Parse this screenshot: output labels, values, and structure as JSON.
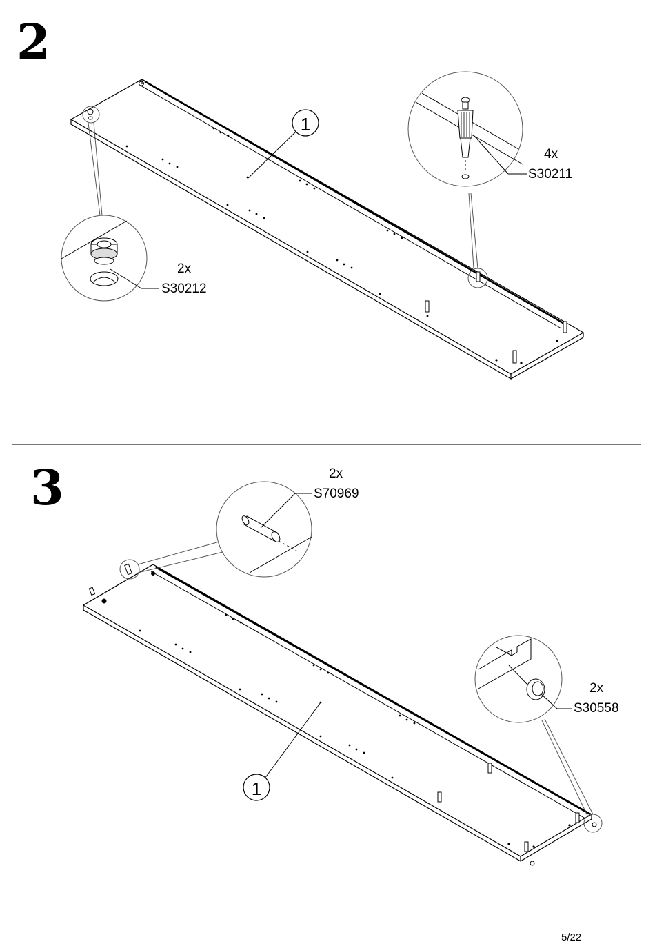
{
  "steps": [
    {
      "number": "2",
      "part_label": "1",
      "callouts": [
        {
          "qty": "4x",
          "code": "S30211"
        },
        {
          "qty": "2x",
          "code": "S30212"
        }
      ]
    },
    {
      "number": "3",
      "part_label": "1",
      "callouts": [
        {
          "qty": "2x",
          "code": "S70969"
        },
        {
          "qty": "2x",
          "code": "S30558"
        }
      ]
    }
  ],
  "page": {
    "number": "5/22"
  }
}
